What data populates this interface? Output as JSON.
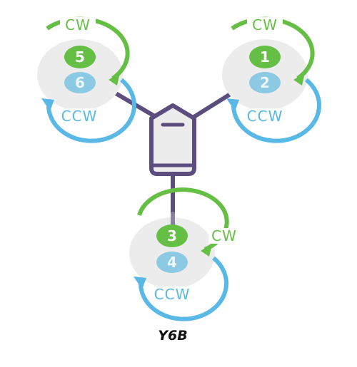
{
  "frame": {
    "name": "Y6B"
  },
  "colors": {
    "cw": "#66bf45",
    "ccw": "#5ab8e6",
    "frame": "#5b4d7d",
    "prop": "#ececec"
  },
  "motors": [
    {
      "id": "left",
      "top_motor": "5",
      "bottom_motor": "6",
      "top_direction": "CW",
      "bottom_direction": "CCW"
    },
    {
      "id": "right",
      "top_motor": "1",
      "bottom_motor": "2",
      "top_direction": "CW",
      "bottom_direction": "CCW"
    },
    {
      "id": "bottom",
      "top_motor": "3",
      "bottom_motor": "4",
      "top_direction": "CW",
      "bottom_direction": "CCW"
    }
  ]
}
